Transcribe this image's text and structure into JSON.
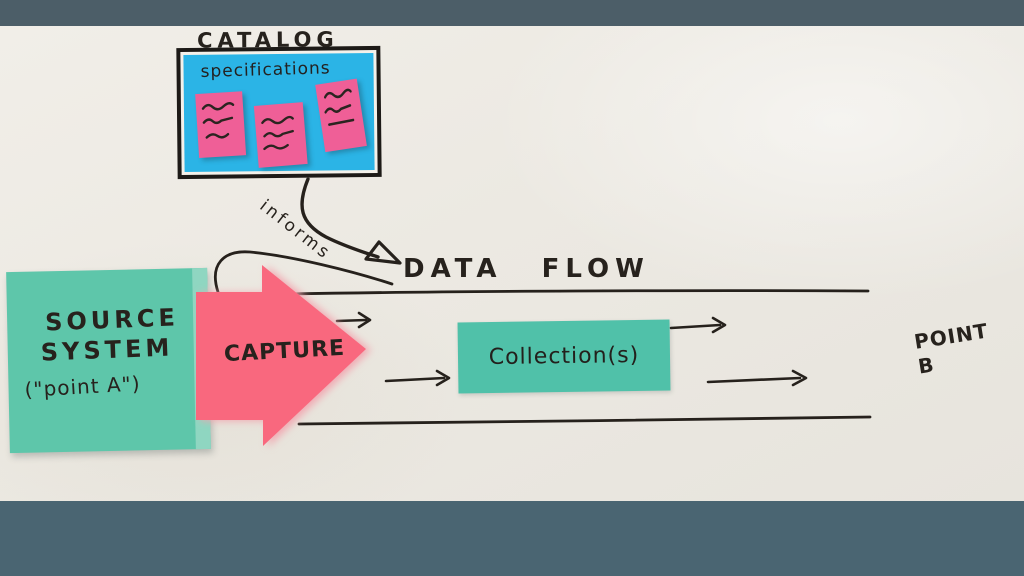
{
  "catalog": {
    "title": "CATALOG",
    "label": "specifications",
    "sticky_note_count": 3
  },
  "labels": {
    "informs": "informs",
    "data_flow": "DATA FLOW",
    "capture": "CAPTURE",
    "collections": "Collection(s)",
    "point_b_line1": "POINT",
    "point_b_line2": "B"
  },
  "source_system": {
    "line1": "SOURCE",
    "line2": "SYSTEM",
    "line3": "(\"point A\")"
  },
  "colors": {
    "letterbox_top": "#4c5e68",
    "letterbox_bottom": "#4a6572",
    "paper": "#ece9e2",
    "ink": "#27221d",
    "catalog_cyan": "#2bb4e6",
    "sticky_pink": "#ef5f97",
    "sticky_green": "#5ec6aa",
    "arrow_pink": "#f9687e",
    "collection_teal": "#50c1a9"
  }
}
